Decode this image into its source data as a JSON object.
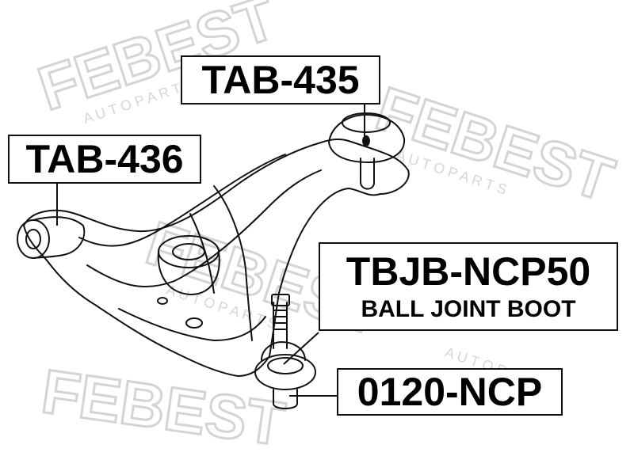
{
  "watermark": {
    "brand": "FEBEST",
    "tagline": "A U T O   P A R T S",
    "color": "#d9d9d9"
  },
  "labels": {
    "tab435": {
      "part_number": "TAB-435"
    },
    "tab436": {
      "part_number": "TAB-436"
    },
    "tbjb": {
      "part_number": "TBJB-NCP50",
      "description": "BALL JOINT BOOT"
    },
    "ncp0120": {
      "part_number": "0120-NCP"
    }
  },
  "colors": {
    "line": "#111111",
    "background": "#ffffff"
  }
}
